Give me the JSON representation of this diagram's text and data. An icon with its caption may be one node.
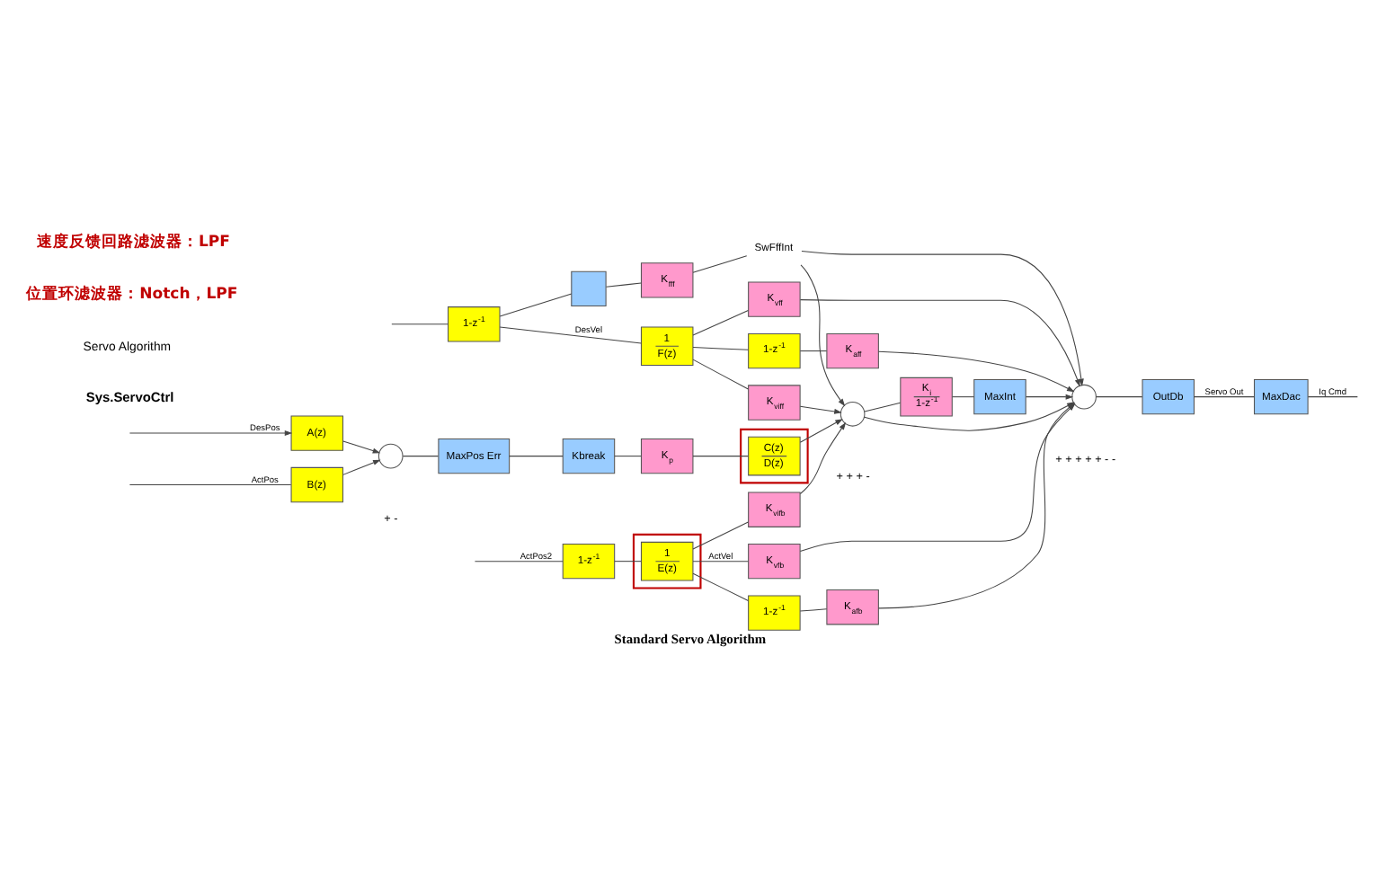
{
  "diagram": {
    "caption": "Standard Servo Algorithm",
    "nodes": [
      {
        "text": [],
        "shape": "box"
      },
      {
        "text": [
          "K$_{fff}$"
        ]
      },
      {
        "text": [
          "SwFffInt"
        ]
      },
      {
        "text": [
          "1-z$^{-1}$"
        ]
      },
      {
        "text": [
          "K$_{aff}$"
        ]
      },
      {
        "text": [
          "1",
          "F(z)"
        ]
      },
      {
        "text": [
          "K$_{vff}$"
        ]
      },
      {
        "text": [
          "1-z$^{-1}$"
        ]
      },
      {
        "text": [
          "K$_{viff}$"
        ]
      },
      {
        "text": [
          "A(z)"
        ]
      },
      {
        "text": [],
        "shape": "circle",
        "beside": [
          "+",
          "-"
        ]
      },
      {
        "text": [
          "MaxPos Err"
        ]
      },
      {
        "text": [
          "Kbreak"
        ]
      },
      {
        "text": [
          "K$_{p}$"
        ]
      },
      {
        "text": [],
        "shape": "box"
      },
      {
        "text": [
          "C(z)",
          "D(z)"
        ],
        "in": 14
      },
      {
        "text": [],
        "shape": "circle",
        "beside": [
          "+",
          "+",
          "+",
          "-"
        ]
      },
      {
        "text": [
          "K$_{i}$",
          "1-z$^{-1}$"
        ]
      },
      {
        "text": [
          "MaxInt"
        ]
      },
      {
        "text": [],
        "shape": "circle",
        "beside": [
          "+",
          "+",
          "+",
          "+",
          "+",
          "-",
          "-"
        ]
      },
      {
        "text": [
          "OutDb"
        ]
      },
      {
        "text": [
          "MaxDac"
        ]
      },
      {
        "text": [
          "K$_{vifb}$"
        ]
      },
      {
        "text": [
          "K$_{vfb}$"
        ]
      },
      {
        "text": [
          "K$_{afb}$"
        ]
      },
      {
        "text": [
          "1-z$^{-1}$"
        ]
      },
      {
        "text": [
          "B(z)"
        ]
      },
      {
        "text": [],
        "shape": "box"
      },
      {
        "text": [
          "1",
          "E(z)"
        ],
        "in": 27
      },
      {
        "text": [
          "1-z$^{-1}$"
        ]
      }
    ],
    "edges": [
      {
        "from": null,
        "to": 9,
        "arrow": "to",
        "label": "DesPos"
      },
      {
        "from": null,
        "to": 7,
        "arrow": "none"
      },
      {
        "from": 7,
        "to": 5,
        "arrow": "none",
        "label": "DesVel"
      },
      {
        "from": 7,
        "to": 0,
        "arrow": "none"
      },
      {
        "from": 0,
        "to": 1,
        "arrow": "none"
      },
      {
        "from": 1,
        "to": 2,
        "arrow": "none"
      },
      {
        "from": 5,
        "to": 3,
        "arrow": "none"
      },
      {
        "from": 5,
        "to": 6,
        "arrow": "none"
      },
      {
        "from": 5,
        "to": 8,
        "arrow": "none"
      },
      {
        "from": 3,
        "to": 4,
        "arrow": "none"
      },
      {
        "from": 4,
        "to": 19,
        "arrow": "to"
      },
      {
        "from": 6,
        "to": 19,
        "arrow": "to"
      },
      {
        "from": 2,
        "to": 19,
        "arrow": "to"
      },
      {
        "from": 2,
        "to": 16,
        "arrow": "to"
      },
      {
        "from": 8,
        "to": 16,
        "arrow": "to"
      },
      {
        "from": 9,
        "to": 10,
        "arrow": "to"
      },
      {
        "from": 10,
        "to": 11,
        "arrow": "none"
      },
      {
        "from": 11,
        "to": 12,
        "arrow": "none"
      },
      {
        "from": 12,
        "to": 13,
        "arrow": "none"
      },
      {
        "from": 13,
        "to": 15,
        "arrow": "none"
      },
      {
        "from": 15,
        "to": 16,
        "arrow": "to"
      },
      {
        "from": 16,
        "to": 19,
        "arrow": "to"
      },
      {
        "from": 16,
        "to": 17,
        "arrow": "none"
      },
      {
        "from": 17,
        "to": 18,
        "arrow": "none"
      },
      {
        "from": 18,
        "to": 19,
        "arrow": "to"
      },
      {
        "from": 19,
        "to": 20,
        "arrow": "none"
      },
      {
        "from": 20,
        "to": 21,
        "arrow": "none",
        "label": "Servo Out"
      },
      {
        "from": 21,
        "to": null,
        "arrow": "none",
        "label": "Iq Cmd"
      },
      {
        "from": 22,
        "to": 16,
        "arrow": "to"
      },
      {
        "from": 23,
        "to": 19,
        "arrow": "to"
      },
      {
        "from": 24,
        "to": 19,
        "arrow": "to"
      },
      {
        "from": 25,
        "to": 24,
        "arrow": "none"
      },
      {
        "from": 28,
        "to": 25,
        "arrow": "none"
      },
      {
        "from": 28,
        "to": 23,
        "arrow": "none",
        "label": "ActVel"
      },
      {
        "from": 28,
        "to": 22,
        "arrow": "none"
      },
      {
        "from": 29,
        "to": 28,
        "arrow": "none"
      },
      {
        "from": null,
        "to": 29,
        "arrow": "none",
        "label": "ActPos2"
      },
      {
        "from": null,
        "to": 26,
        "arrow": "none",
        "label": "ActPos"
      },
      {
        "from": 26,
        "to": 10,
        "arrow": "to"
      }
    ],
    "labels": [
      "Sys.ServoCtrl",
      "Servo Algorithm",
      "位置环滤波器：Notch，LPF",
      "速度反馈回路滤波器：LPF"
    ]
  }
}
